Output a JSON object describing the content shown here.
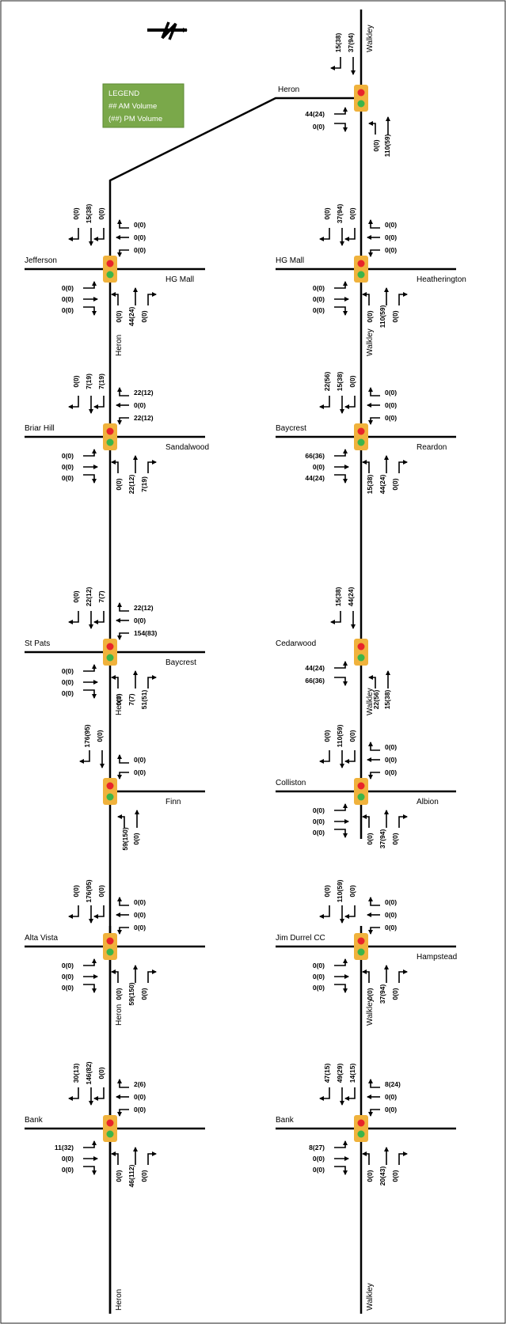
{
  "legend": {
    "title": "LEGEND",
    "am": "##  AM Volume",
    "pm": "(##) PM Volume",
    "bg": "#7aa84a"
  },
  "signal": {
    "housing": "#f0b23c",
    "red": "#e8242a",
    "green": "#3bb54a"
  },
  "intersections": [
    {
      "id": "heron-walkley",
      "labels": {
        "main": "Walkley",
        "sideN": "Heron"
      },
      "vol": {
        "sb": [
          "15(38)",
          "37(94)"
        ],
        "wb": [
          "44(24)",
          "0(0)"
        ],
        "nb": [
          "0(0)",
          "110(59)"
        ]
      }
    },
    {
      "id": "jefferson-heron",
      "labels": {
        "sideW": "Jefferson",
        "sideE": "HG Mall",
        "main": "Heron"
      },
      "vol": {
        "sb": [
          "0(0)",
          "15(38)",
          "0(0)"
        ],
        "eb": [
          "0(0)",
          "0(0)",
          "0(0)"
        ],
        "wb": [
          "0(0)",
          "0(0)",
          "0(0)"
        ],
        "nb": [
          "0(0)",
          "44(24)",
          "0(0)"
        ]
      }
    },
    {
      "id": "hgmall-walkley",
      "labels": {
        "sideW": "HG Mall",
        "sideE": "Heatherington",
        "main": "Walkley"
      },
      "vol": {
        "sb": [
          "0(0)",
          "37(94)",
          "0(0)"
        ],
        "eb": [
          "0(0)",
          "0(0)",
          "0(0)"
        ],
        "wb": [
          "0(0)",
          "0(0)",
          "0(0)"
        ],
        "nb": [
          "0(0)",
          "110(59)",
          "0(0)"
        ]
      }
    },
    {
      "id": "briarhill-heron",
      "labels": {
        "sideW": "Briar Hill",
        "sideE": "Sandalwood"
      },
      "vol": {
        "sb": [
          "0(0)",
          "7(19)",
          "7(19)"
        ],
        "eb": [
          "22(12)",
          "0(0)",
          "22(12)"
        ],
        "wb": [
          "0(0)",
          "0(0)",
          "0(0)"
        ],
        "nb": [
          "0(0)",
          "22(12)",
          "7(19)"
        ]
      }
    },
    {
      "id": "baycrest-walkley",
      "labels": {
        "sideW": "Baycrest",
        "sideE": "Reardon"
      },
      "vol": {
        "sb": [
          "22(56)",
          "15(38)",
          "0(0)"
        ],
        "eb": [
          "0(0)",
          "0(0)",
          "0(0)"
        ],
        "wb": [
          "66(36)",
          "0(0)",
          "44(24)"
        ],
        "nb": [
          "15(38)",
          "44(24)",
          "0(0)"
        ]
      }
    },
    {
      "id": "stpats-heron",
      "labels": {
        "sideW": "St Pats",
        "sideE": "Baycrest",
        "main": "Heron"
      },
      "vol": {
        "sb": [
          "0(0)",
          "22(12)",
          "7(7)"
        ],
        "eb": [
          "22(12)",
          "0(0)",
          "154(83)"
        ],
        "wb": [
          "0(0)",
          "0(0)",
          "0(0)"
        ],
        "nb": [
          "0(0)",
          "7(7)",
          "51(51)"
        ]
      }
    },
    {
      "id": "cedarwood-walkley",
      "labels": {
        "sideW": "Cedarwood",
        "main": "Walkley"
      },
      "vol": {
        "sb": [
          "15(38)",
          "44(24)"
        ],
        "wb": [
          "44(24)",
          "66(36)"
        ],
        "nb": [
          "22(56)",
          "15(38)"
        ]
      }
    },
    {
      "id": "finn-heron",
      "labels": {
        "sideE": "Finn"
      },
      "vol": {
        "sb": [
          "176(95)",
          "0(0)"
        ],
        "eb": [
          "0(0)",
          "0(0)"
        ],
        "nb": [
          "59(150)",
          "0(0)"
        ]
      }
    },
    {
      "id": "colliston-walkley",
      "labels": {
        "sideW": "Colliston",
        "sideE": "Albion"
      },
      "vol": {
        "sb": [
          "0(0)",
          "110(59)",
          "0(0)"
        ],
        "eb": [
          "0(0)",
          "0(0)",
          "0(0)"
        ],
        "wb": [
          "0(0)",
          "0(0)",
          "0(0)"
        ],
        "nb": [
          "0(0)",
          "37(94)",
          "0(0)"
        ]
      }
    },
    {
      "id": "altavista-heron",
      "labels": {
        "sideW": "Alta Vista",
        "main": "Heron"
      },
      "vol": {
        "sb": [
          "0(0)",
          "176(95)",
          "0(0)"
        ],
        "eb": [
          "0(0)",
          "0(0)",
          "0(0)"
        ],
        "wb": [
          "0(0)",
          "0(0)",
          "0(0)"
        ],
        "nb": [
          "0(0)",
          "59(150)",
          "0(0)"
        ]
      }
    },
    {
      "id": "jimdurrel-walkley",
      "labels": {
        "sideW": "Jim Durrel CC",
        "sideE": "Hampstead",
        "main": "Walkley"
      },
      "vol": {
        "sb": [
          "0(0)",
          "110(59)",
          "0(0)"
        ],
        "eb": [
          "0(0)",
          "0(0)",
          "0(0)"
        ],
        "wb": [
          "0(0)",
          "0(0)",
          "0(0)"
        ],
        "nb": [
          "0(0)",
          "37(94)",
          "0(0)"
        ]
      }
    },
    {
      "id": "bank-heron",
      "labels": {
        "sideW": "Bank",
        "main": "Heron"
      },
      "vol": {
        "sb": [
          "30(13)",
          "146(82)",
          "0(0)"
        ],
        "eb": [
          "2(6)",
          "0(0)",
          "0(0)"
        ],
        "wb": [
          "11(32)",
          "0(0)",
          "0(0)"
        ],
        "nb": [
          "0(0)",
          "46(112)",
          "0(0)"
        ]
      }
    },
    {
      "id": "bank-walkley",
      "labels": {
        "sideW": "Bank",
        "main": "Walkley"
      },
      "vol": {
        "sb": [
          "47(15)",
          "49(29)",
          "14(15)"
        ],
        "eb": [
          "8(24)",
          "0(0)",
          "0(0)"
        ],
        "wb": [
          "8(27)",
          "0(0)",
          "0(0)"
        ],
        "nb": [
          "0(0)",
          "20(43)",
          "0(0)"
        ]
      }
    }
  ]
}
